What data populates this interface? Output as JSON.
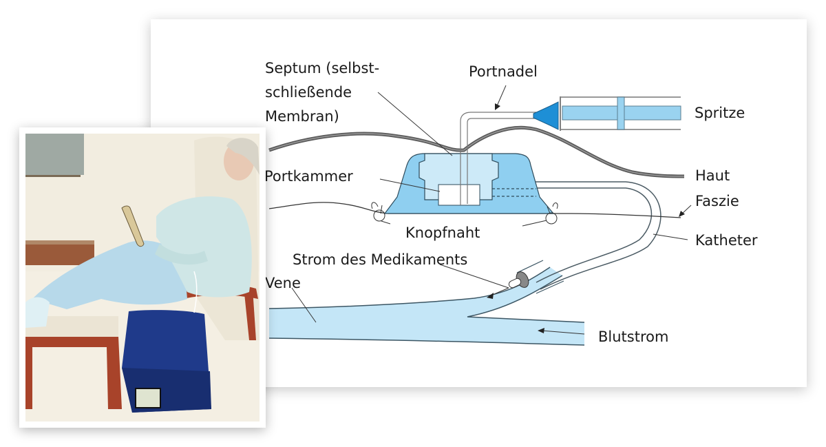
{
  "diagram": {
    "labels": {
      "septum_line1": "Septum (selbst-",
      "septum_line2": "schließende",
      "septum_line3": "Membran)",
      "portnadel": "Portnadel",
      "spritze": "Spritze",
      "portkammer": "Portkammer",
      "haut": "Haut",
      "faszie": "Faszie",
      "knopfnaht": "Knopfnaht",
      "katheter": "Katheter",
      "strom_des_medikaments": "Strom des Medikaments",
      "vene": "Vene",
      "blutstrom": "Blutstrom"
    },
    "colors": {
      "port_blue": "#8fcff0",
      "port_light": "#cdeaf8",
      "vein_blue": "#c4e6f7",
      "syringe_tip": "#1e8fd6",
      "skin_line": "#555555",
      "outline": "#2d4a5a"
    }
  },
  "photo": {
    "subject": "woman-reclining-in-armchair-with-infusion-bag",
    "colors": {
      "wall": "#f2ede0",
      "sweater": "#cfe6e6",
      "pants": "#b7d9ea",
      "chair_wood": "#a8432a",
      "bag": "#1f3a8a"
    }
  }
}
